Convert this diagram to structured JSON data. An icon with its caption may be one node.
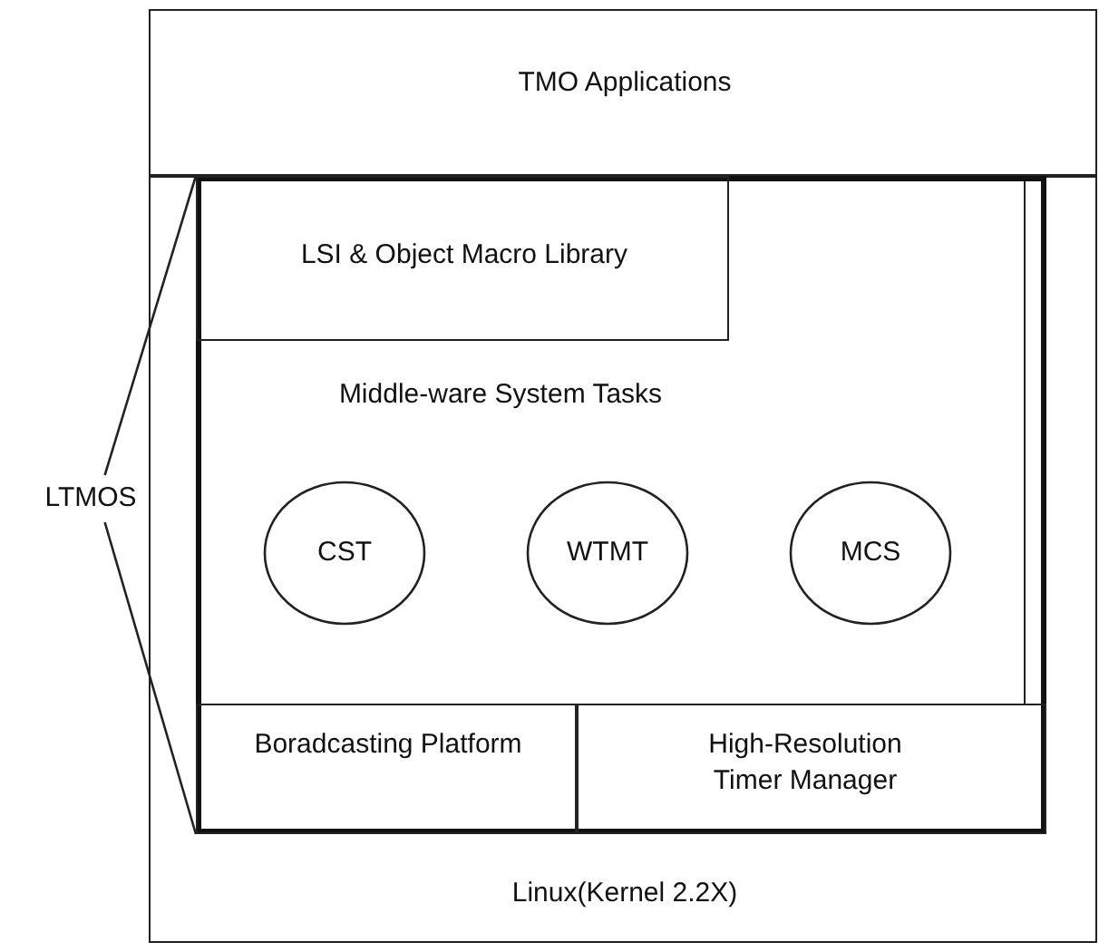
{
  "diagram": {
    "nodes": [
      {
        "text": [
          "TMO Applications"
        ]
      },
      {
        "text": [
          "Linux(Kernel 2.2X)"
        ]
      },
      {
        "text": [
          "Middle-ware System Tasks"
        ],
        "in": 1
      },
      {
        "text": [
          "LSI & Object Macro Library"
        ],
        "in": 2
      },
      {
        "text": [
          "CST"
        ],
        "in": 2
      },
      {
        "text": [
          "WTMT"
        ],
        "in": 2
      },
      {
        "text": [
          "MCS"
        ],
        "in": 2
      },
      {
        "text": [
          "Boradcasting Platform"
        ],
        "in": 2
      },
      {
        "text": [
          "High-Resolution Timer Manager"
        ],
        "in": 2
      },
      {
        "text": [
          "LTMOS"
        ]
      }
    ],
    "edges": [
      {
        "from": 9,
        "to": 2,
        "arrow": "none"
      },
      {
        "from": 9,
        "to": 2,
        "arrow": "none"
      }
    ]
  }
}
